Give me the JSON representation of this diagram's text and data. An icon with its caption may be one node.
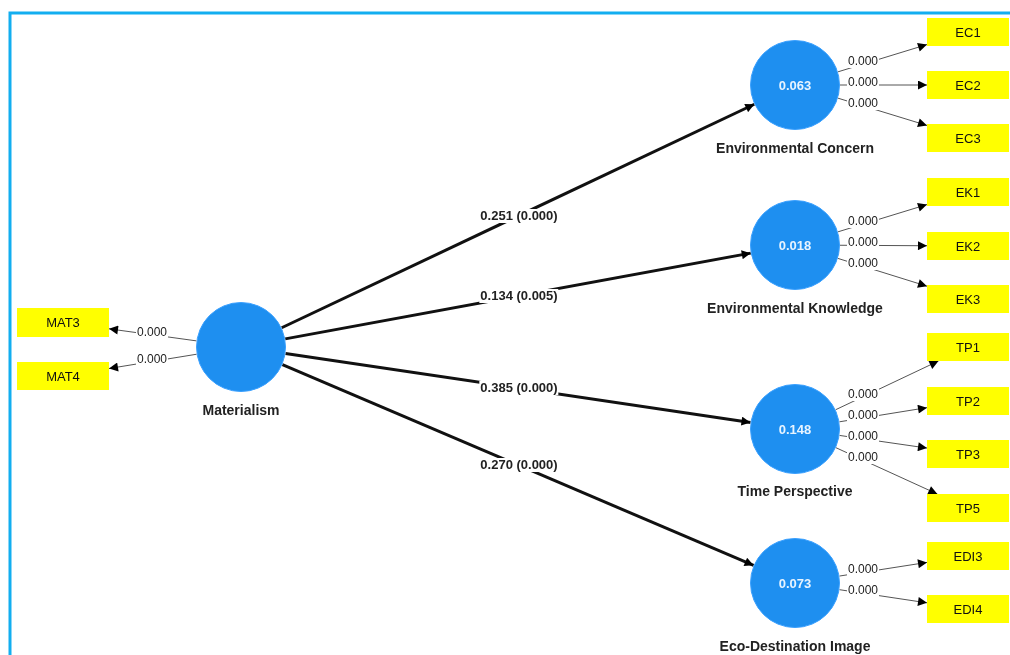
{
  "diagram": {
    "nodes": [
      {
        "text": [
          "MAT3"
        ]
      },
      {
        "text": [
          "MAT4"
        ]
      },
      {
        "text": [],
        "shape": "circle",
        "beside": [
          "Materialism"
        ]
      },
      {
        "text": [
          "0.063"
        ],
        "beside": [
          "Environmental Concern"
        ]
      },
      {
        "text": [
          "EC1"
        ]
      },
      {
        "text": [
          "EC2"
        ]
      },
      {
        "text": [
          "EC3"
        ]
      },
      {
        "text": [
          "0.018"
        ],
        "beside": [
          "Environmental Knowledge"
        ]
      },
      {
        "text": [
          "EK1"
        ]
      },
      {
        "text": [
          "EK2"
        ]
      },
      {
        "text": [
          "EK3"
        ]
      },
      {
        "text": [
          "0.148"
        ],
        "beside": [
          "Time Perspective"
        ]
      },
      {
        "text": [
          "TP1"
        ]
      },
      {
        "text": [
          "TP2"
        ]
      },
      {
        "text": [
          "TP3"
        ]
      },
      {
        "text": [
          "TP5"
        ]
      },
      {
        "text": [
          "0.073"
        ],
        "beside": [
          "Eco-Destination Image"
        ]
      },
      {
        "text": [
          "EDI3"
        ]
      },
      {
        "text": [
          "EDI4"
        ]
      }
    ],
    "edges": [
      {
        "from": 2,
        "to": 0,
        "arrow": "to",
        "label": "0.000"
      },
      {
        "from": 2,
        "to": 1,
        "arrow": "to",
        "label": "0.000"
      },
      {
        "from": 2,
        "to": 3,
        "arrow": "to",
        "label": "0.251 (0.000)",
        "style": "thick"
      },
      {
        "from": 2,
        "to": 7,
        "arrow": "to",
        "label": "0.134 (0.005)",
        "style": "thick"
      },
      {
        "from": 2,
        "to": 11,
        "arrow": "to",
        "label": "0.385 (0.000)",
        "style": "thick"
      },
      {
        "from": 2,
        "to": 16,
        "arrow": "to",
        "label": "0.270 (0.000)",
        "style": "thick"
      },
      {
        "from": 3,
        "to": 4,
        "arrow": "to",
        "label": "0.000"
      },
      {
        "from": 3,
        "to": 5,
        "arrow": "to",
        "label": "0.000"
      },
      {
        "from": 3,
        "to": 6,
        "arrow": "to",
        "label": "0.000"
      },
      {
        "from": 7,
        "to": 8,
        "arrow": "to",
        "label": "0.000"
      },
      {
        "from": 7,
        "to": 9,
        "arrow": "to",
        "label": "0.000"
      },
      {
        "from": 7,
        "to": 10,
        "arrow": "to",
        "label": "0.000"
      },
      {
        "from": 11,
        "to": 12,
        "arrow": "to",
        "label": "0.000"
      },
      {
        "from": 11,
        "to": 13,
        "arrow": "to",
        "label": "0.000"
      },
      {
        "from": 11,
        "to": 14,
        "arrow": "to",
        "label": "0.000"
      },
      {
        "from": 11,
        "to": 15,
        "arrow": "to",
        "label": "0.000"
      },
      {
        "from": 16,
        "to": 17,
        "arrow": "to",
        "label": "0.000"
      },
      {
        "from": 16,
        "to": 18,
        "arrow": "to",
        "label": "0.000"
      }
    ]
  }
}
